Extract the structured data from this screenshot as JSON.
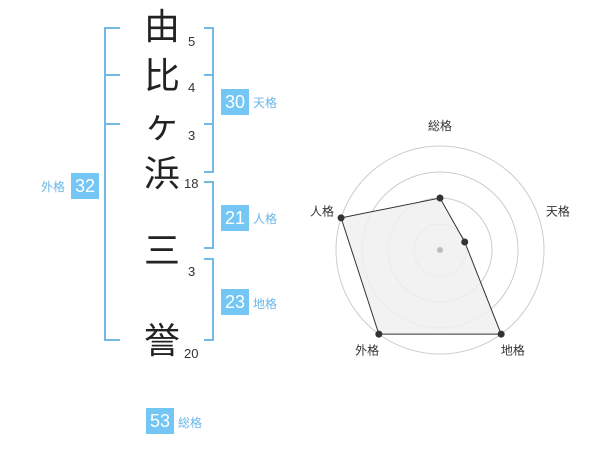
{
  "name": {
    "chars": [
      "由",
      "比",
      "ヶ",
      "浜",
      "三",
      "誉"
    ],
    "strokes": [
      "5",
      "4",
      "3",
      "18",
      "3",
      "20"
    ]
  },
  "fortune": {
    "tenkaku": {
      "value": "30",
      "label": "天格"
    },
    "jinkaku": {
      "value": "21",
      "label": "人格"
    },
    "chikaku": {
      "value": "23",
      "label": "地格"
    },
    "gaikaku": {
      "value": "32",
      "label": "外格"
    },
    "soukaku": {
      "value": "53",
      "label": "総格"
    }
  },
  "chart_data": {
    "type": "radar",
    "axes": [
      "総格",
      "天格",
      "地格",
      "外格",
      "人格"
    ],
    "values": [
      2,
      1,
      4,
      4,
      4
    ],
    "rmax": 4,
    "colors": {
      "fill": "#f0f0f0",
      "line": "#333333",
      "grid": "#cccccc"
    }
  }
}
